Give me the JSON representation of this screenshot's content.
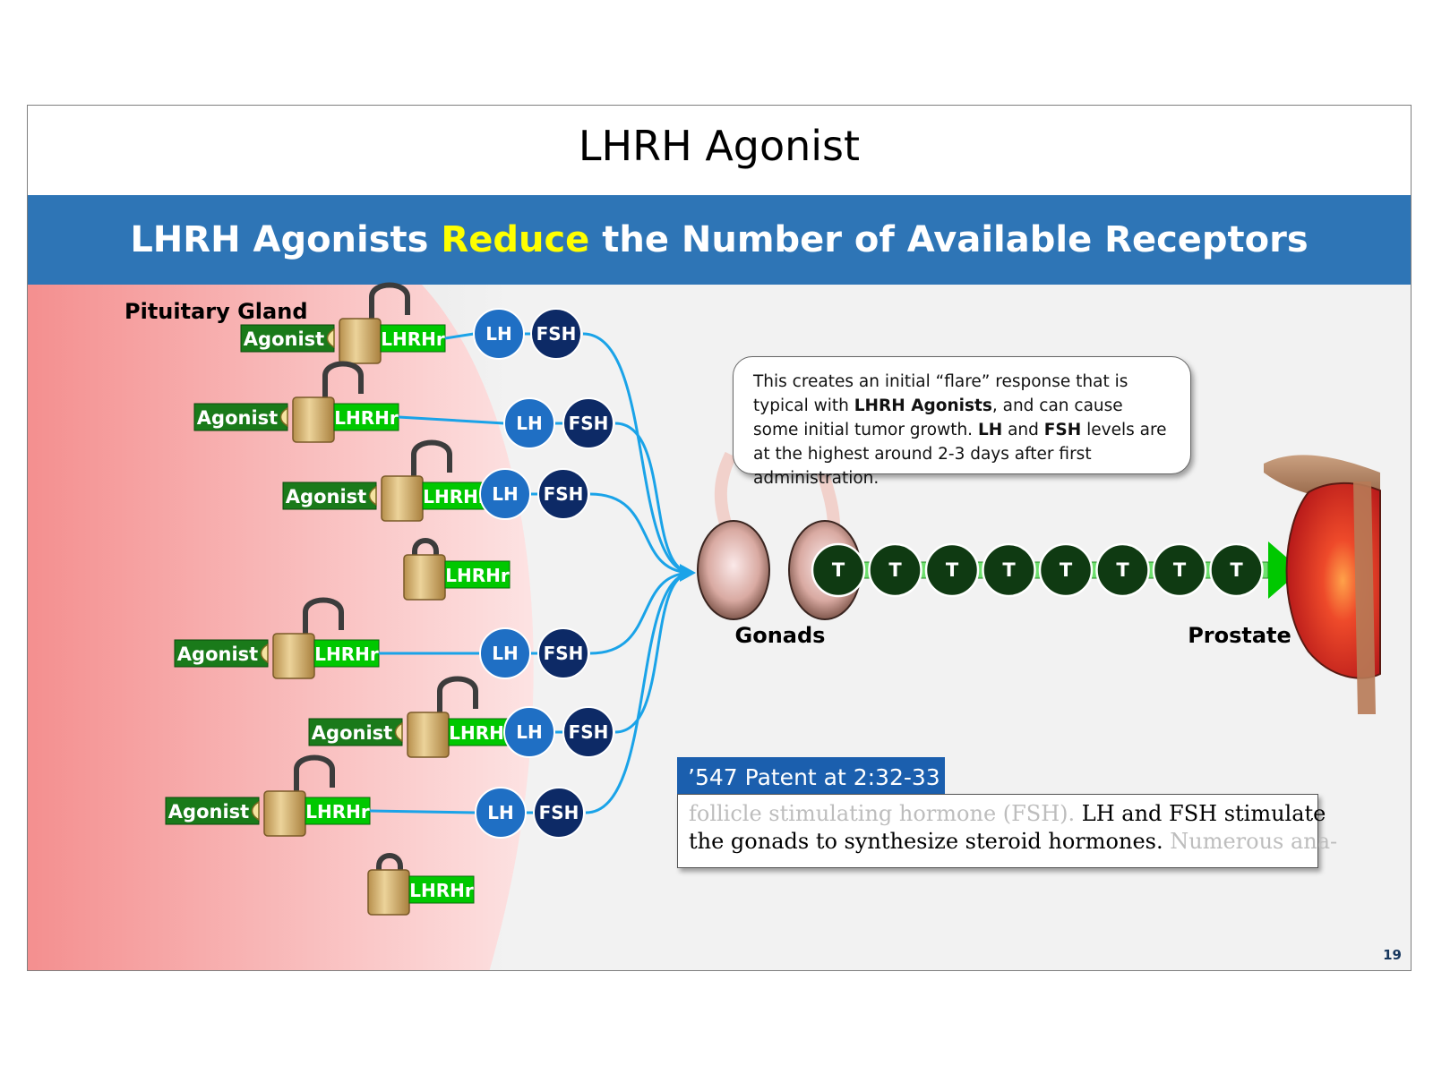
{
  "slide": {
    "title": "LHRH Agonist",
    "banner": {
      "before": "LHRH Agonists ",
      "highlight": "Reduce",
      "after": " the Number of Available Receptors"
    },
    "page_number": "19"
  },
  "diagram": {
    "region_label": "Pituitary Gland",
    "receptor_label": "LHRHr",
    "agonist_label": "Agonist",
    "lh_label": "LH",
    "fsh_label": "FSH",
    "testosterone_label": "T",
    "gonads_label": "Gonads",
    "prostate_label": "Prostate",
    "testosterone_count": 8,
    "receptors": [
      {
        "bound": true
      },
      {
        "bound": true
      },
      {
        "bound": true
      },
      {
        "bound": false
      },
      {
        "bound": true
      },
      {
        "bound": true
      },
      {
        "bound": true
      },
      {
        "bound": false
      }
    ]
  },
  "callout": {
    "p1": "This creates an initial “flare” response that is typical with ",
    "b1": "LHRH Agonists",
    "p2": ", and can cause some initial tumor growth.  ",
    "b2": "LH",
    "p3": " and ",
    "b3": "FSH",
    "p4": " levels are at the highest around 2-3 days after first administration."
  },
  "citation": {
    "tab": "’547 Patent at 2:32-33",
    "line1_faded": "follicle stimulating hormone (FSH). ",
    "line1": "LH and FSH stimulate",
    "line2": "the gonads to synthesize steroid hormones. ",
    "line2_faded": "Numerous ana-"
  },
  "colors": {
    "banner": "#2e75b6",
    "highlight": "#ffff00",
    "agonist": "#1a7a1a",
    "receptor": "#00c800",
    "lh": "#1f6fc4",
    "fsh": "#0d2a66",
    "testosterone": "#0f3a12",
    "signal_line": "#1aa3e8",
    "prostate": "#e03a2a",
    "citation_tab": "#1b5fae"
  },
  "icons": [
    "padlock-icon",
    "open-padlock-icon",
    "gonad-icon",
    "prostate-icon",
    "arrow-icon"
  ]
}
